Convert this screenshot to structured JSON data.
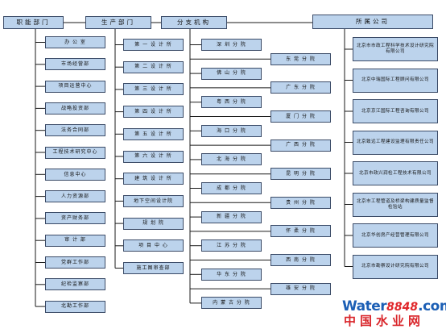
{
  "org_chart": {
    "columns": [
      {
        "head": "职能部门",
        "items": [
          "办 公 室",
          "市场经营部",
          "项目运营中心",
          "战略投资部",
          "法务合同部",
          "工程技术研究中心",
          "信息中心",
          "人力资源部",
          "资产财务部",
          "审 计 部",
          "党群工作部",
          "纪检监察部",
          "北勘工作部"
        ]
      },
      {
        "head": "生产部门",
        "items": [
          "第 一 设 计 所",
          "第 二 设 计 所",
          "第 三 设 计 所",
          "第 四 设 计 所",
          "第 五 设 计 所",
          "第 六 设 计 所",
          "建 筑 设 计 所",
          "地下空间设计院",
          "规 划 院",
          "项 目 中 心",
          "施工图审查部"
        ]
      },
      {
        "head": "分支机构",
        "items": [
          "深 圳 分 院",
          "东 莞 分 院",
          "佛 山 分 院",
          "广 东 分 院",
          "粤 西 分 院",
          "厦 门 分 院",
          "海 口 分 院",
          "广 西 分 院",
          "北 海 分 院",
          "昆 明 分 院",
          "成 都 分 院",
          "贵 州 分 院",
          "新 疆 分 院",
          "怀 柔 分 院",
          "江 苏 分 院",
          "西 南 分 院",
          "华 东 分 院",
          "雄 安 分 院",
          "内 蒙 古 分 院"
        ]
      },
      {
        "head": "所属公司",
        "items": [
          "北京市市政工程科学技术设计研究院有限公司",
          "北京中瑞国际工程顾问有限公司",
          "北京京江国际工程咨询有限公司",
          "北京致远工程建设监理有限责任公司",
          "北京市政兴润检工程技术有限公司",
          "北京市工程管道及桥梁构建质量监督检验站",
          "北京华创房产经营管理有限公司",
          "北京市勘察设计研究院有限公司"
        ]
      }
    ]
  },
  "watermark": {
    "word": "Water",
    "number": "8848",
    "dotcom": ".com",
    "cn": "中国水业网"
  }
}
